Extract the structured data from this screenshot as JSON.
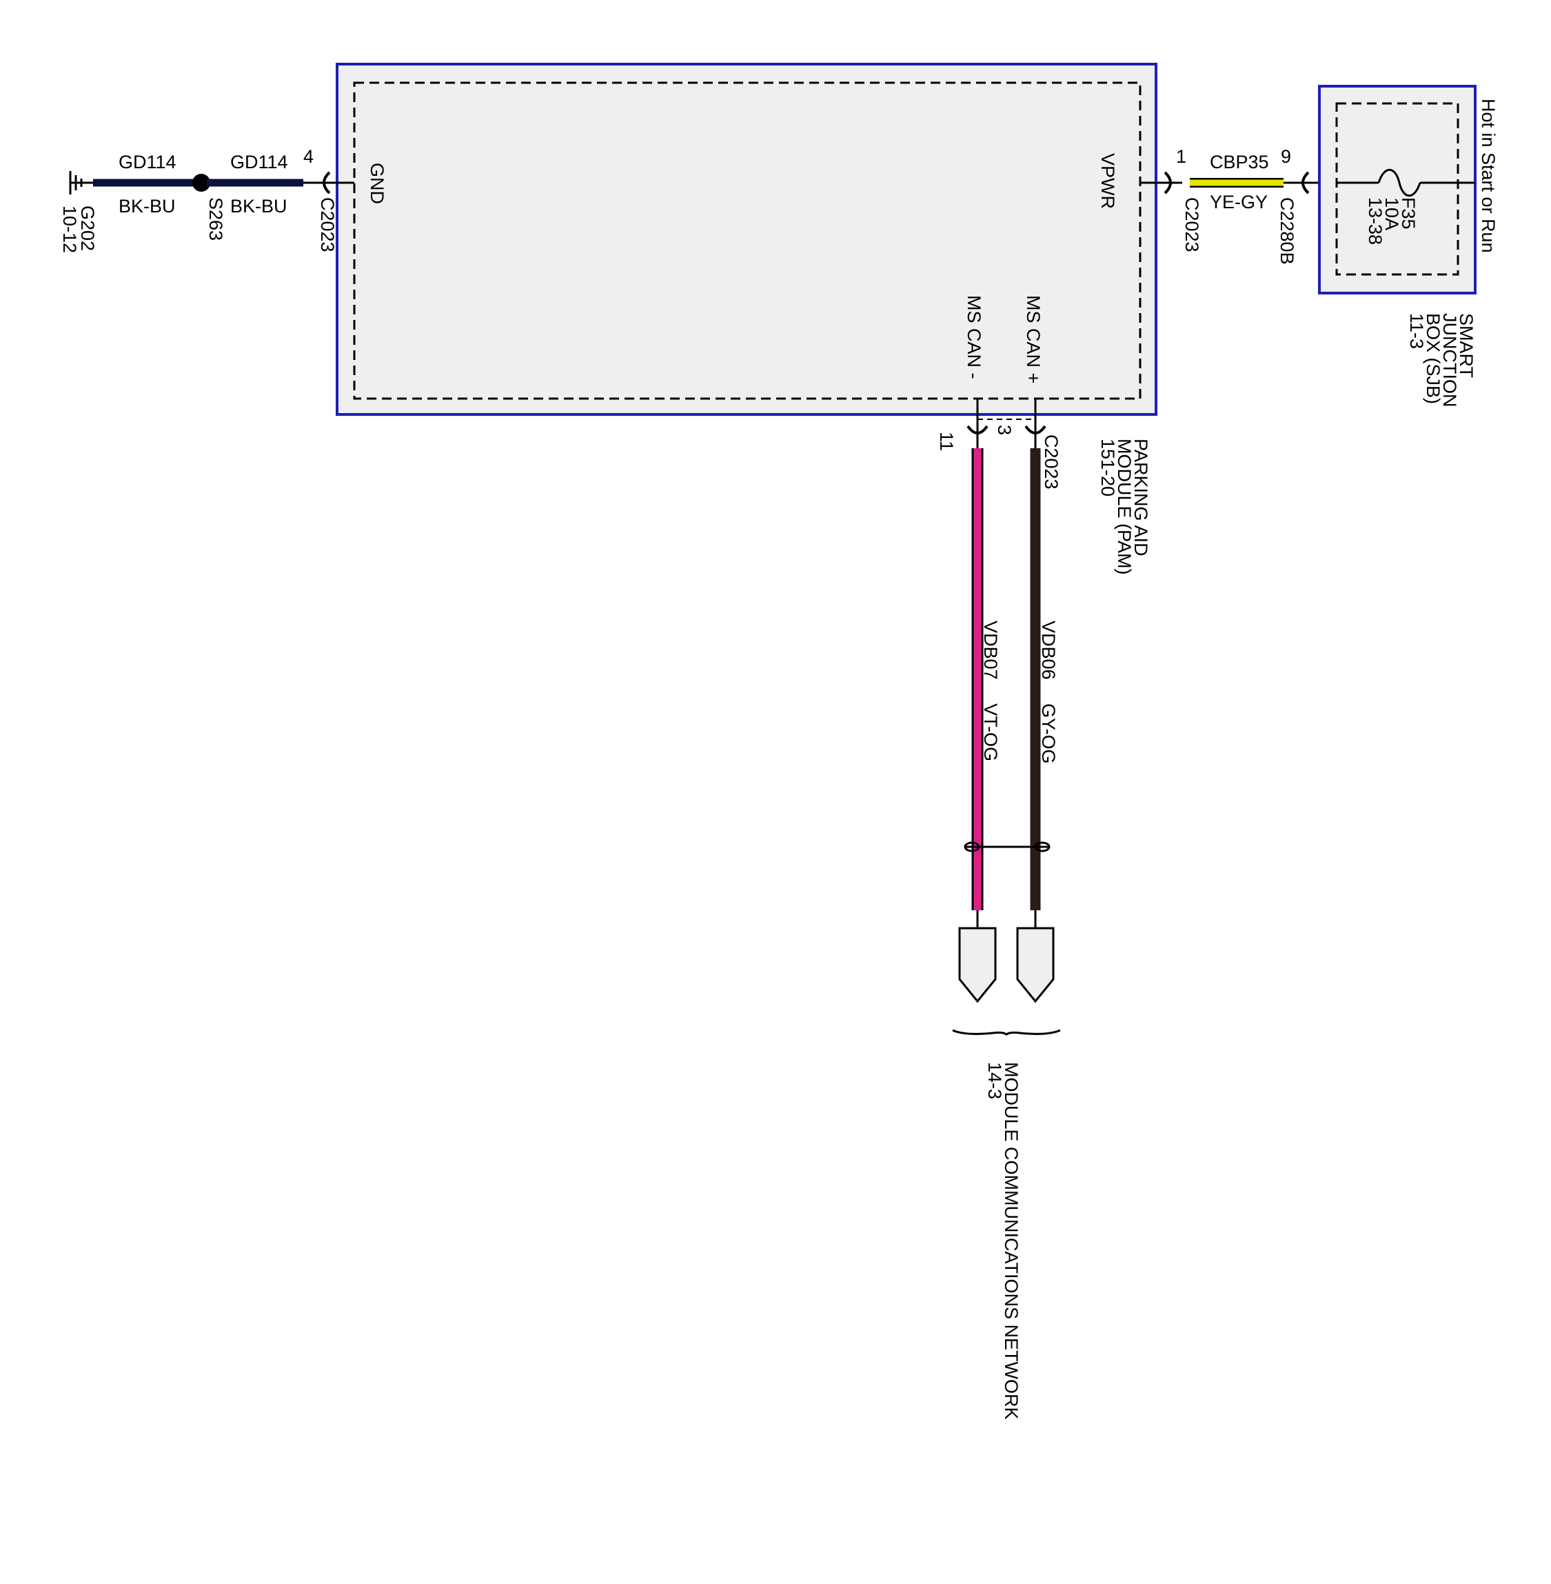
{
  "colors": {
    "module_border": "#1f1fb4",
    "module_fill": "#efefef",
    "wire_bk_bu": "#0a1040",
    "wire_vt_og": "#e0208a",
    "wire_gy_og": "#2a1a18",
    "wire_ye_gy": "#e6e600",
    "line": "#000000"
  },
  "ground": {
    "id": "G202",
    "ref": "10-12"
  },
  "splice": {
    "id": "S263"
  },
  "ground_wires": [
    {
      "circuit": "GD114",
      "color_code": "BK-BU"
    },
    {
      "circuit": "GD114",
      "color_code": "BK-BU"
    }
  ],
  "pam": {
    "title_lines": [
      "PARKING AID",
      "MODULE (PAM)",
      "151-20"
    ],
    "pin_gnd": {
      "label": "GND",
      "pin": "4",
      "connector": "C2023"
    },
    "pin_vpwr": {
      "label": "VPWR",
      "pin": "1",
      "connector": "C2023"
    },
    "pin_can_plus": {
      "label": "MS CAN +",
      "pin": "3",
      "connector": "C2023"
    },
    "pin_can_minus": {
      "label": "MS CAN -",
      "pin": "11"
    }
  },
  "power_wire": {
    "circuit": "CBP35",
    "color_code": "YE-GY",
    "pin": "9",
    "connector": "C2280B"
  },
  "sjb": {
    "supply_label": "Hot in Start or Run",
    "fuse": "F35",
    "fuse_rating": "10A",
    "fuse_ref": "13-38",
    "title_lines": [
      "SMART",
      "JUNCTION",
      "BOX (SJB)",
      "11-3"
    ]
  },
  "can_wires": [
    {
      "circuit": "VDB07",
      "color_code": "VT-OG"
    },
    {
      "circuit": "VDB06",
      "color_code": "GY-OG"
    }
  ],
  "network": {
    "title": "MODULE COMMUNICATIONS NETWORK",
    "ref": "14-3"
  }
}
